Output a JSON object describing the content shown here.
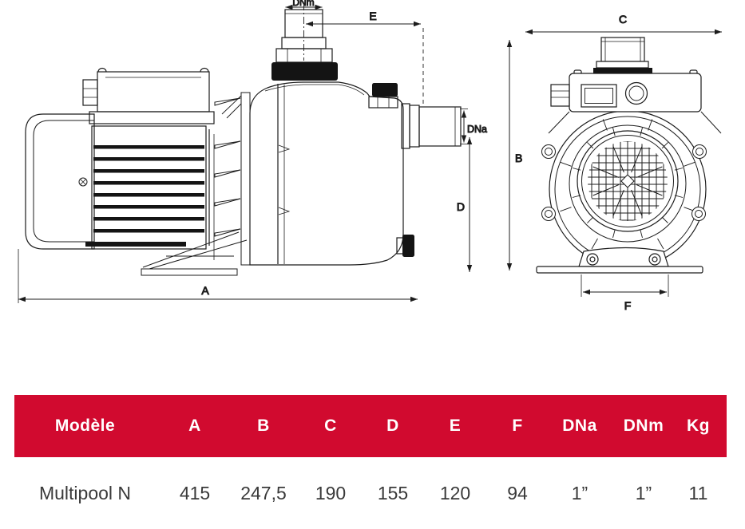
{
  "diagram": {
    "side_view": {
      "labels": {
        "dnm": "DNm",
        "e": "E",
        "dna": "DNa",
        "d": "D",
        "a": "A"
      }
    },
    "front_view": {
      "labels": {
        "c": "C",
        "b": "B",
        "f": "F"
      }
    }
  },
  "table": {
    "headers": [
      "Modèle",
      "A",
      "B",
      "C",
      "D",
      "E",
      "F",
      "DNa",
      "DNm",
      "Kg"
    ],
    "rows": [
      [
        "Multipool N",
        "415",
        "247,5",
        "190",
        "155",
        "120",
        "94",
        "1”",
        "1”",
        "11"
      ]
    ]
  },
  "colors": {
    "header_bg": "#d10a2f",
    "header_text": "#ffffff",
    "body_text": "#3a3a3a",
    "line": "#1c1c1c"
  }
}
